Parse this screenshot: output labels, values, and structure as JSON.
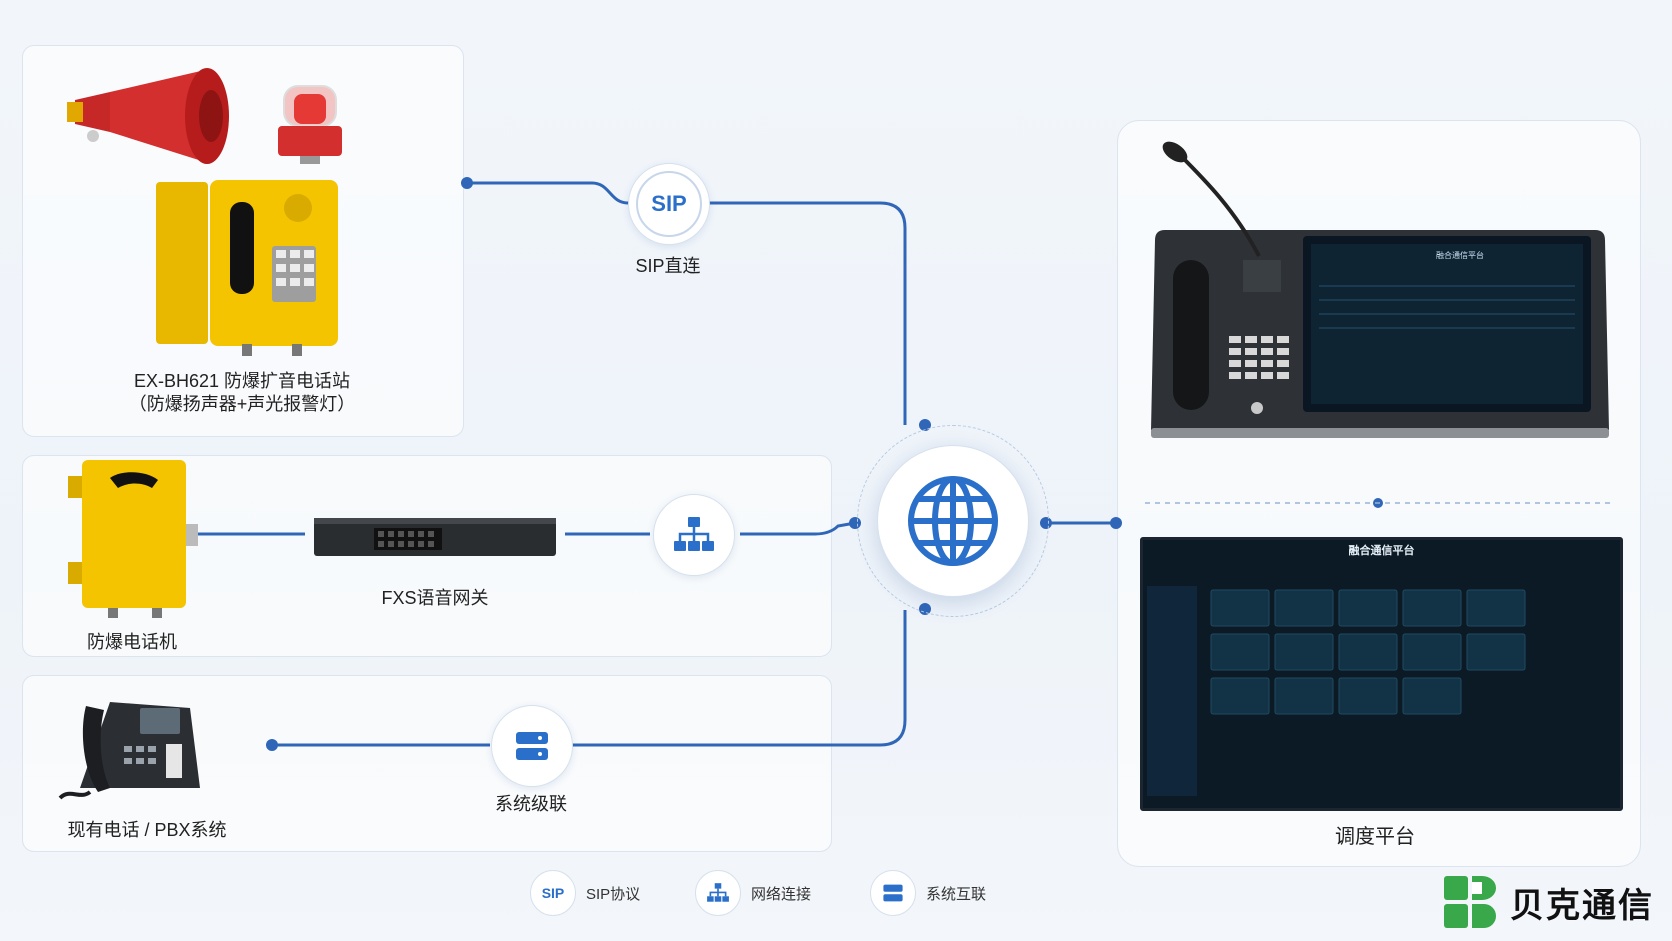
{
  "devices": {
    "exbh621": {
      "line1": "EX-BH621 防爆扩音电话站",
      "line2": "（防爆扬声器+声光报警灯）"
    },
    "explosion_phone": {
      "label": "防爆电话机"
    },
    "fxs_gateway": {
      "label": "FXS语音网关"
    },
    "pbx": {
      "label": "现有电话 / PBX系统"
    },
    "dispatch": {
      "label": "调度平台"
    }
  },
  "connectors": {
    "sip": {
      "label": "SIP直连",
      "icon": "SIP"
    },
    "cascade": {
      "label": "系统级联"
    }
  },
  "screens": {
    "console_title": "融合通信平台",
    "desktop_title": "融合通信平台"
  },
  "legend": {
    "sip": {
      "icon": "SIP",
      "label": "SIP协议"
    },
    "network": {
      "label": "网络连接"
    },
    "system": {
      "label": "系统互联"
    }
  },
  "brand": {
    "name": "贝克通信"
  },
  "colors": {
    "line": "#2f66b8",
    "accent": "#2a6fc9",
    "brand": "#39a84a"
  }
}
